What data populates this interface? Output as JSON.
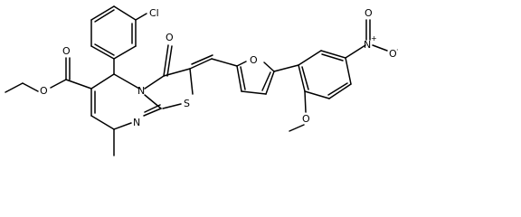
{
  "structure": {
    "atoms": {
      "cl": "Cl",
      "o_carbonyl": "O",
      "n_ring": "N",
      "s_ring": "S",
      "n_imine": "N",
      "o_furan": "O",
      "o_ester_dbl": "O",
      "o_ester_single": "O",
      "o_methoxy": "O",
      "n_nitro": "N",
      "o_nitro_dbl": "O",
      "o_nitro_single": "O"
    },
    "charges": {
      "n_nitro": "+",
      "o_nitro_single": "·"
    }
  }
}
